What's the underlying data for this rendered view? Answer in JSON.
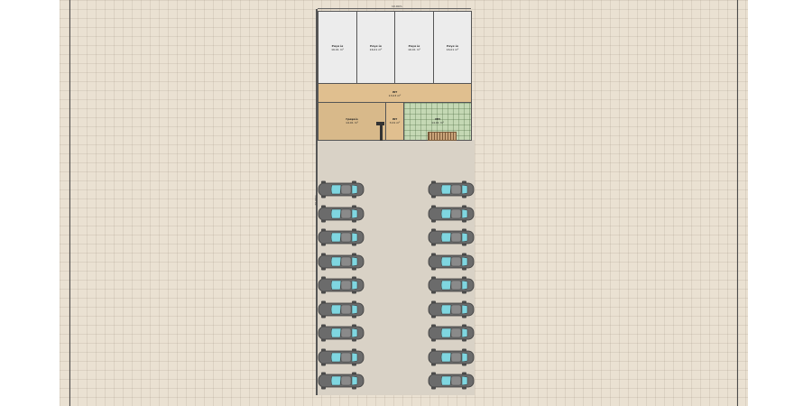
{
  "plan": {
    "dimension_top": "10.00m",
    "dimension_left": "30.00m",
    "rooms": {
      "shop_1": {
        "name": "Ραγα ία",
        "area": "16.01 m²"
      },
      "shop_2": {
        "name": "Ραγα ία",
        "area": "16.01 m²"
      },
      "shop_3": {
        "name": "Ραγα ία",
        "area": "16.01 m²"
      },
      "shop_4": {
        "name": "Ραγα ία",
        "area": "16.01 m²"
      },
      "corridor": {
        "name": "WT",
        "area": "13.03 m²"
      },
      "office": {
        "name": "Γραφείο",
        "area": "14.01 m²"
      },
      "wc": {
        "name": "WT",
        "area": "3.01 m²"
      },
      "bath": {
        "name": "ΜΠ",
        "area": "14.01 m²"
      }
    },
    "parking": {
      "left_count": 9,
      "right_count": 9
    },
    "colors": {
      "background": "#eae1d2",
      "shop_fill": "#ececec",
      "corridor_fill": "#e0bf8f",
      "office_fill": "#d8b98a",
      "bath_fill": "#c4d8b4",
      "parking_fill": "#d9d2c6",
      "car_body": "#6b6b6b",
      "car_glass": "#7fd6e0"
    }
  }
}
